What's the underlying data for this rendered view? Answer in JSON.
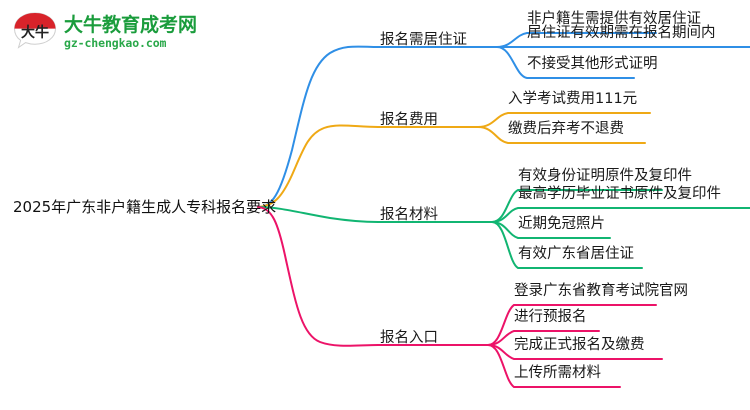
{
  "logo": {
    "mark_text": "大牛",
    "title": "大牛教育成考网",
    "subtitle": "gz-chengkao.com",
    "title_color": "#1a9c3c",
    "mark_accent_color": "#d8232a"
  },
  "mindmap": {
    "root": {
      "label": "2025年广东非户籍生成人专科报名要求"
    },
    "branches": [
      {
        "label": "报名需居住证",
        "color": "#2f8fe6",
        "children": [
          {
            "label": "非户籍生需提供有效居住证"
          },
          {
            "label": "居住证有效期需在报名期间内"
          },
          {
            "label": "不接受其他形式证明"
          }
        ]
      },
      {
        "label": "报名费用",
        "color": "#efa915",
        "children": [
          {
            "label": "入学考试费用111元"
          },
          {
            "label": "缴费后弃考不退费"
          }
        ]
      },
      {
        "label": "报名材料",
        "color": "#11b572",
        "children": [
          {
            "label": "有效身份证明原件及复印件"
          },
          {
            "label": "最高学历毕业证书原件及复印件"
          },
          {
            "label": "近期免冠照片"
          },
          {
            "label": "有效广东省居住证"
          }
        ]
      },
      {
        "label": "报名入口",
        "color": "#ec1368",
        "children": [
          {
            "label": "登录广东省教育考试院官网"
          },
          {
            "label": "进行预报名"
          },
          {
            "label": "完成正式报名及缴费"
          },
          {
            "label": "上传所需材料"
          }
        ]
      }
    ]
  }
}
